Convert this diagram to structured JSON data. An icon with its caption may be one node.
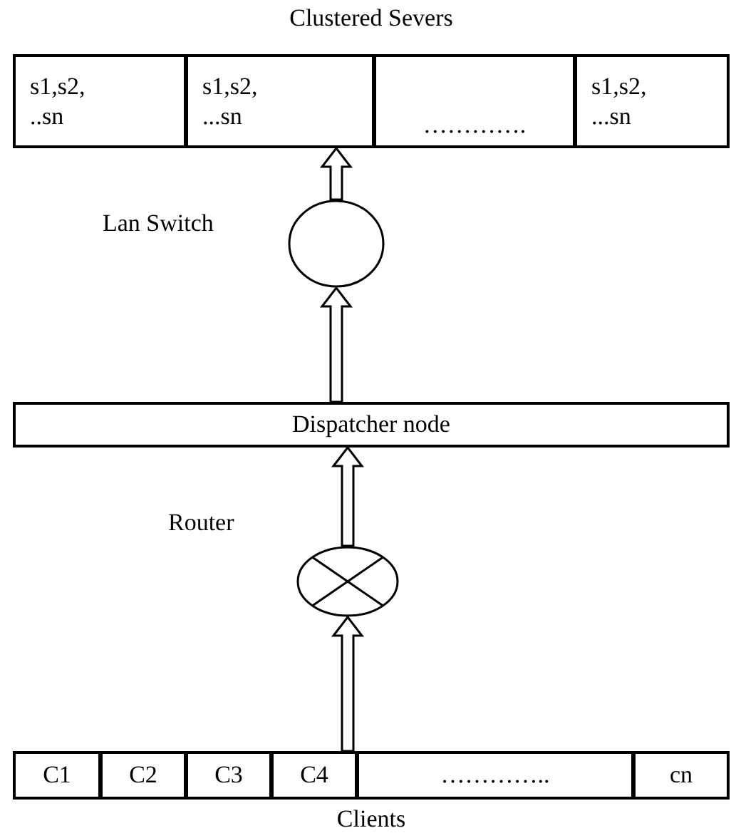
{
  "diagram": {
    "nodes": [
      {
        "text": [
          "Clustered Severs"
        ]
      },
      {
        "text": [
          "s1,s2, ..sn"
        ],
        "in": 0
      },
      {
        "text": [
          "s1,s2, ...sn"
        ],
        "in": 0
      },
      {
        "text": [
          "…………."
        ],
        "in": 0
      },
      {
        "text": [
          "s1,s2, ...sn"
        ],
        "in": 0
      },
      {
        "text": [],
        "shape": "circle",
        "beside": [
          "Lan Switch"
        ]
      },
      {
        "text": [
          "Dispatcher node"
        ]
      },
      {
        "text": [],
        "shape": "circle",
        "beside": [
          "Router"
        ]
      },
      {
        "text": [
          "Clients"
        ]
      },
      {
        "text": [
          "C1"
        ],
        "in": 8
      },
      {
        "text": [
          "C2"
        ],
        "in": 8
      },
      {
        "text": [
          "C3"
        ],
        "in": 8
      },
      {
        "text": [
          "C4"
        ],
        "in": 8
      },
      {
        "text": [
          "………….."
        ],
        "in": 8
      },
      {
        "text": [
          "cn"
        ],
        "in": 8
      }
    ],
    "edges": [
      {
        "from": 5,
        "to": 0,
        "arrow": "to"
      },
      {
        "from": 6,
        "to": 5,
        "arrow": "to"
      },
      {
        "from": 7,
        "to": 6,
        "arrow": "to"
      },
      {
        "from": 8,
        "to": 7,
        "arrow": "to"
      }
    ]
  }
}
